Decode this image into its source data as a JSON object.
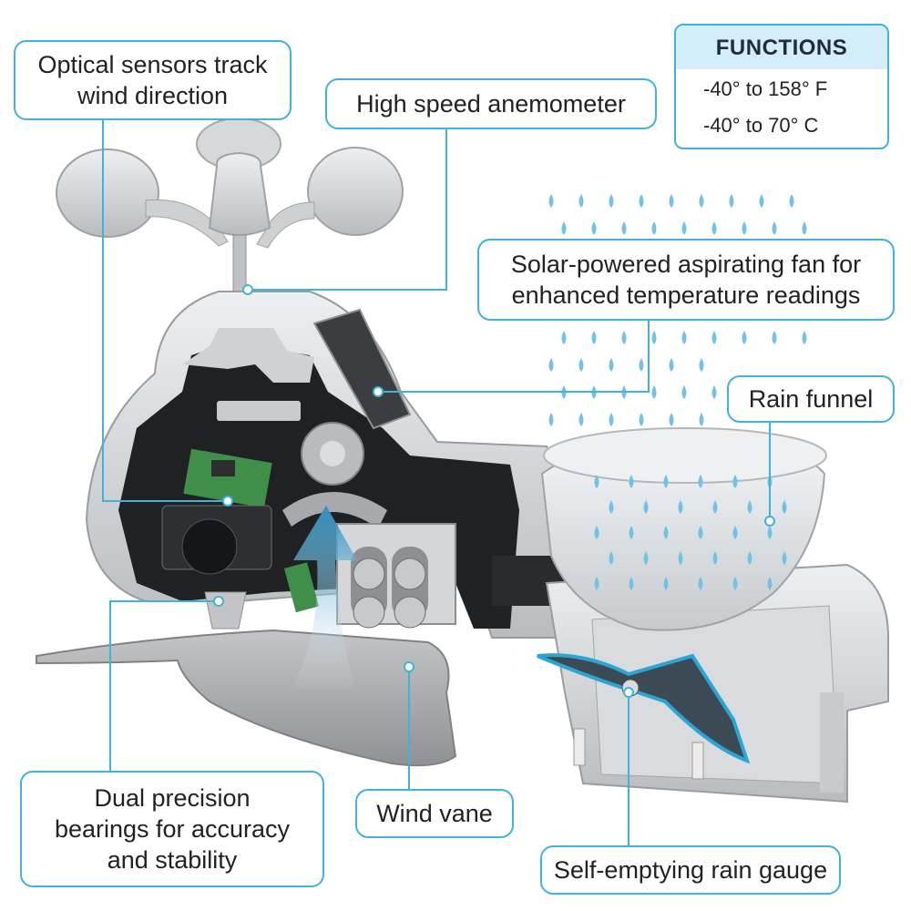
{
  "callouts": {
    "optical": "Optical sensors track\nwind direction",
    "anemometer": "High speed anemometer",
    "fan": "Solar-powered aspirating fan for\nenhanced temperature readings",
    "funnel": "Rain funnel",
    "bearings": "Dual precision\nbearings for accuracy\nand stability",
    "vane": "Wind vane",
    "gauge": "Self-emptying rain gauge"
  },
  "functions": {
    "title": "FUNCTIONS",
    "fahrenheit": "-40° to 158° F",
    "celsius": "-40° to 70° C"
  },
  "colors": {
    "accent": "#3fb3d9",
    "housing": "#d8d9db",
    "housing_dark": "#9a9ca0",
    "interior": "#1e1f21",
    "pcb": "#3f8f4a",
    "rain": "#6fc3e6"
  }
}
